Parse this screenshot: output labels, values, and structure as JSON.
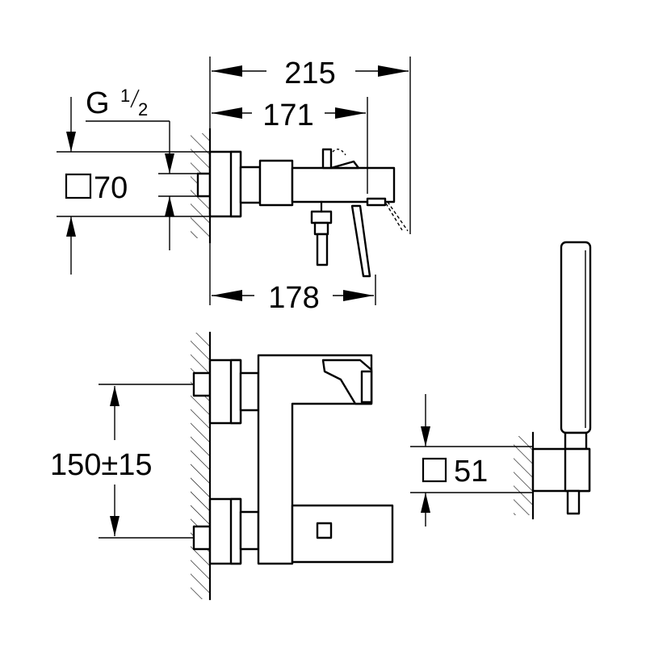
{
  "title": "",
  "diagram": {
    "labels": {
      "overall_width": "215",
      "spout_width": "171",
      "lever_width": "178",
      "thread_main": "G",
      "thread_num": "1",
      "thread_den": "2",
      "escutcheon_square": "70",
      "centre_distance": "150±15",
      "holder_square": "51"
    }
  }
}
